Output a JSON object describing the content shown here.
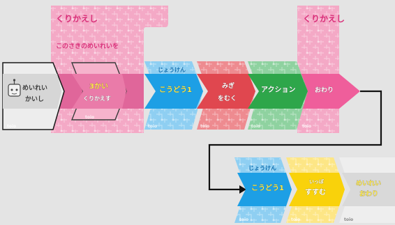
{
  "loop_block": {
    "label": "くりかえし",
    "subtitle": "このさきのめいれいを"
  },
  "loop_end": {
    "label": "くりかえし"
  },
  "cards": {
    "start": {
      "line1": "めいれい",
      "line2": "かいし"
    },
    "repeat": {
      "line1": "3かい",
      "line2": "くりかえす"
    },
    "cond1": {
      "title": "じょうけん",
      "label": "こうどう1"
    },
    "turn": {
      "line1": "みぎ",
      "line2": "をむく"
    },
    "action": {
      "label": "アクション"
    },
    "end": {
      "label": "おわり"
    },
    "cond2": {
      "title": "じょうけん",
      "label": "こうどう1"
    },
    "forward": {
      "line1": "いっぽ",
      "line2": "すすむ"
    },
    "finish": {
      "line1": "めいれい",
      "line2": "おわり"
    }
  },
  "brand": "toio",
  "colors": {
    "background": "#e4e4e4",
    "loop_pink": "#f4a9c6",
    "loop_dark": "#e0669a",
    "pink_bright": "#ef5e9b",
    "loop_title": "#d9307a",
    "blue": "#1d9fe5",
    "red": "#e0474f",
    "green": "#2ea64a",
    "yellow": "#f9d20b",
    "grey": "#d8d8d8",
    "connector": "#111111"
  }
}
